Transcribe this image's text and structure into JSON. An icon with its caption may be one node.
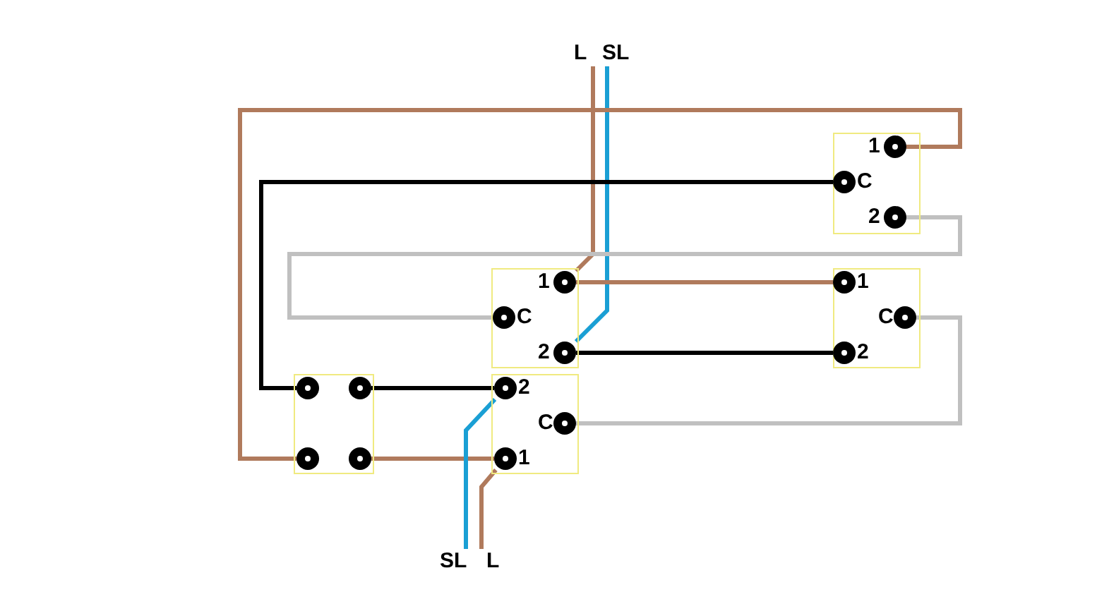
{
  "diagram": {
    "nodes": [
      {
        "text": [],
        "shape": "box"
      },
      {
        "text": [
          "1"
        ],
        "in": 0
      },
      {
        "text": [
          "C"
        ],
        "in": 0
      },
      {
        "text": [
          "2"
        ],
        "in": 0
      },
      {
        "text": [],
        "shape": "box"
      },
      {
        "text": [
          "1"
        ],
        "in": 4
      },
      {
        "text": [
          "C"
        ],
        "in": 4
      },
      {
        "text": [
          "2"
        ],
        "in": 4
      },
      {
        "text": [],
        "shape": "box"
      },
      {
        "text": [
          "1"
        ],
        "in": 8
      },
      {
        "text": [
          "C"
        ],
        "in": 8
      },
      {
        "text": [
          "2"
        ],
        "in": 8
      },
      {
        "text": [],
        "shape": "box"
      },
      {
        "text": [
          "2"
        ],
        "in": 12
      },
      {
        "text": [
          "C"
        ],
        "in": 12
      },
      {
        "text": [
          "1"
        ],
        "in": 12
      },
      {
        "text": [],
        "shape": "box"
      },
      {
        "text": [],
        "shape": "circle",
        "in": 16
      },
      {
        "text": [],
        "shape": "circle",
        "in": 16
      },
      {
        "text": [],
        "shape": "circle",
        "in": 16
      },
      {
        "text": [],
        "shape": "circle",
        "in": 16
      },
      {
        "text": [
          "L"
        ]
      },
      {
        "text": [
          "SL"
        ]
      },
      {
        "text": [
          "SL"
        ]
      },
      {
        "text": [
          "L"
        ]
      }
    ],
    "edges": [
      {
        "from": 21,
        "to": 5,
        "arrow": "none",
        "color": "#b07a5c"
      },
      {
        "from": 22,
        "to": 7,
        "arrow": "none",
        "color": "#1a9fd4"
      },
      {
        "from": 5,
        "to": 9,
        "arrow": "none",
        "color": "#b07a5c"
      },
      {
        "from": 7,
        "to": 11,
        "arrow": "none",
        "color": "#000000"
      },
      {
        "from": 6,
        "to": 3,
        "arrow": "none",
        "color": "#c0c0c0"
      },
      {
        "from": 2,
        "to": 17,
        "arrow": "none",
        "color": "#000000"
      },
      {
        "from": 18,
        "to": 13,
        "arrow": "none",
        "color": "#000000"
      },
      {
        "from": 14,
        "to": 10,
        "arrow": "none",
        "color": "#c0c0c0"
      },
      {
        "from": 1,
        "to": 19,
        "arrow": "none",
        "color": "#b07a5c"
      },
      {
        "from": 20,
        "to": 15,
        "arrow": "none",
        "color": "#b07a5c"
      },
      {
        "from": 23,
        "to": 13,
        "arrow": "none",
        "color": "#1a9fd4"
      },
      {
        "from": 24,
        "to": 15,
        "arrow": "none",
        "color": "#b07a5c"
      }
    ]
  }
}
